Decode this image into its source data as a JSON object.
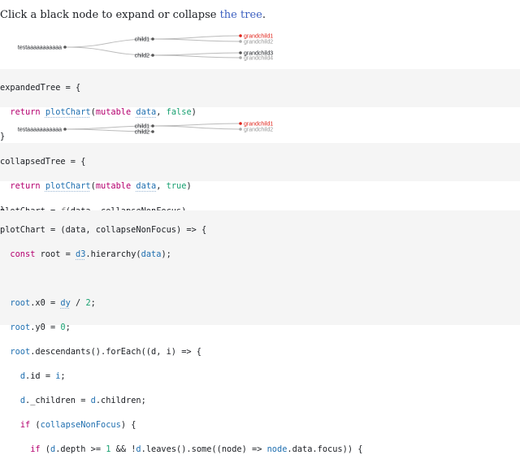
{
  "intro": {
    "text_before": "Click a black node to expand or collapse ",
    "link_text": "the tree",
    "text_after": "."
  },
  "expanded_tree": {
    "root": "testaaaaaaaaaaa",
    "child1": "child1",
    "child2": "child2",
    "grandchild1": "grandchild1",
    "grandchild2": "grandchild2",
    "grandchild3": "grandchild3",
    "grandchild4": "grandchild4"
  },
  "collapsed_tree": {
    "root": "testaaaaaaaaaaa",
    "child1": "child1",
    "child2": "child2",
    "grandchild1": "grandchild1",
    "grandchild2": "grandchild2"
  },
  "cell_expanded": {
    "line1": "expandedTree = {",
    "return_kw": "return",
    "fn": "plotChart",
    "mutable_kw": "mutable",
    "data_var": "data",
    "arg": "false",
    "close": "}"
  },
  "cell_collapsed": {
    "line1": "collapsedTree = {",
    "return_kw": "return",
    "fn": "plotChart",
    "mutable_kw": "mutable",
    "data_var": "data",
    "arg": "true",
    "close": "}"
  },
  "plot_summary": {
    "name": "plotChart = ",
    "fsym": "ƒ",
    "sig": "(data, collapseNonFocus)"
  },
  "code_source": {
    "l1": "plotChart = (data, collapseNonFocus) => {",
    "l2_kw": "const",
    "l2_a": " root = ",
    "l2_d3": "d3",
    "l2_b": ".hierarchy(",
    "l2_data": "data",
    "l2_c": ");",
    "l4_root": "root",
    "l4_a": ".x0 = ",
    "l4_dy": "dy",
    "l4_b": " / ",
    "l4_num": "2",
    "l4_c": ";",
    "l5_root": "root",
    "l5_a": ".y0 = ",
    "l5_num": "0",
    "l5_c": ";",
    "l6_root": "root",
    "l6_a": ".descendants().forEach((d, i) => {",
    "l7_d": "d",
    "l7_a": ".id = ",
    "l7_i": "i",
    "l7_b": ";",
    "l8_d": "d",
    "l8_a": "._children = ",
    "l8_d2": "d",
    "l8_b": ".children;",
    "l9_kw": "if",
    "l9_a": " (",
    "l9_var": "collapseNonFocus",
    "l9_b": ") {",
    "l10_kw": "if",
    "l10_a": " (",
    "l10_d": "d",
    "l10_b": ".depth >= ",
    "l10_num": "1",
    "l10_c": " && !",
    "l10_d2": "d",
    "l10_e": ".leaves().some((node) => ",
    "l10_node": "node",
    "l10_f": ".data.focus)) {"
  },
  "colors": {
    "focus_red": "#e0241b",
    "muted_gray": "#999999",
    "link_blue": "#3b5fc0",
    "keyword": "#b5006f",
    "identifier": "#1f6fb0",
    "literal": "#17a070",
    "cell_background": "#f5f5f5"
  }
}
